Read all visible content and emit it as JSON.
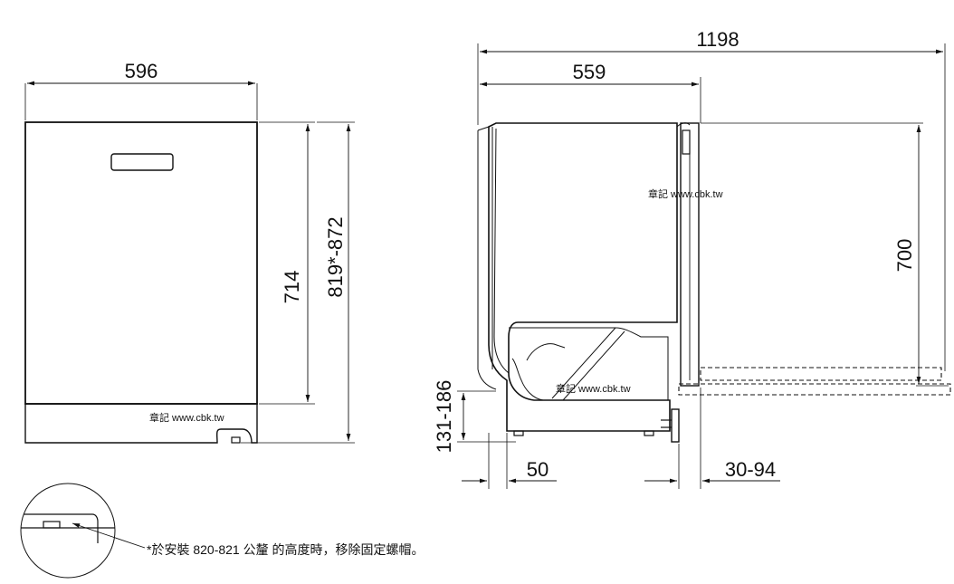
{
  "front_view": {
    "width_label": "596",
    "height_label": "714",
    "total_height_label": "819*-872",
    "watermark": "章記 www.cbk.tw"
  },
  "side_view": {
    "overall_depth_label": "1198",
    "depth_label": "559",
    "open_door_height_label": "700",
    "leg_adjust_label": "131-186",
    "foot_offset_label": "50",
    "plinth_label": "30-94",
    "watermark_top": "章記 www.cbk.tw",
    "watermark_bottom": "章記 www.cbk.tw"
  },
  "detail": {
    "note": "*於安裝 820-821 公釐 的高度時，移除固定螺帽。"
  }
}
